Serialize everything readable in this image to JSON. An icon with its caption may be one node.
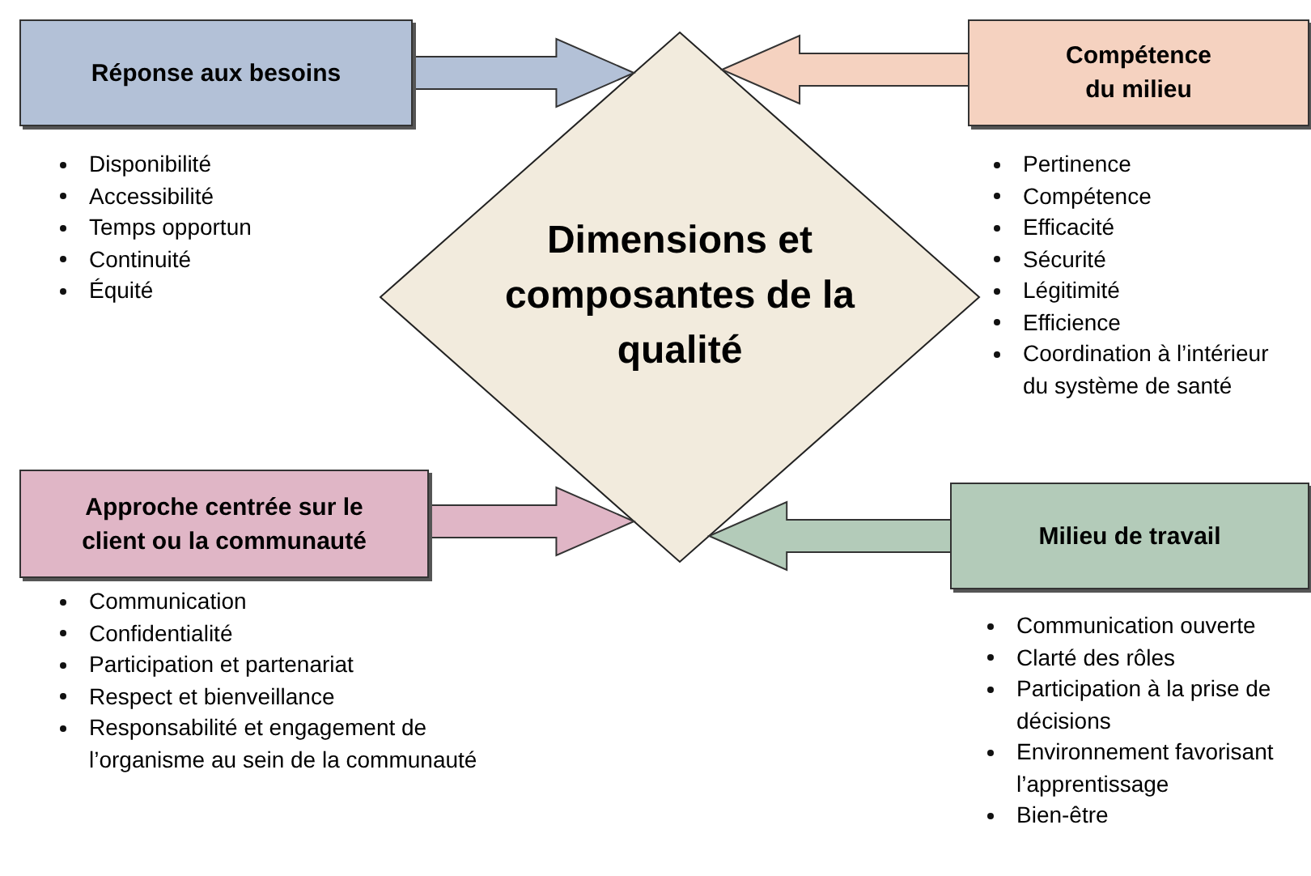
{
  "diagram": {
    "nodes": [
      {
        "text": [
          "Dimensions et composantes de la qualité"
        ]
      },
      {
        "text": [
          "Réponse aux besoins"
        ],
        "beside": [
          "Disponibilité",
          "Accessibilité",
          "Temps opportun",
          "Continuité",
          "Équité"
        ]
      },
      {
        "text": [
          "Compétence du milieu"
        ],
        "beside": [
          "Pertinence",
          "Compétence",
          "Efficacité",
          "Sécurité",
          "Légitimité",
          "Efficience",
          "Coordination à l’intérieur du système de santé"
        ]
      },
      {
        "text": [
          "Approche centrée sur le client ou la communauté"
        ],
        "beside": [
          "Communication",
          "Confidentialité",
          "Participation et partenariat",
          "Respect et bienveillance",
          "Responsabilité et engagement de l’organisme au sein de la communauté"
        ]
      },
      {
        "text": [
          "Milieu de travail"
        ],
        "beside": [
          "Communication ouverte",
          "Clarté des rôles",
          "Participation à la prise de décisions",
          "Environnement favorisant l’apprentissage",
          "Bien-être"
        ]
      }
    ],
    "edges": [
      {
        "from": 1,
        "to": 0,
        "arrow": "to"
      },
      {
        "from": 2,
        "to": 0,
        "arrow": "to"
      },
      {
        "from": 3,
        "to": 0,
        "arrow": "to"
      },
      {
        "from": 4,
        "to": 0,
        "arrow": "to"
      }
    ]
  }
}
